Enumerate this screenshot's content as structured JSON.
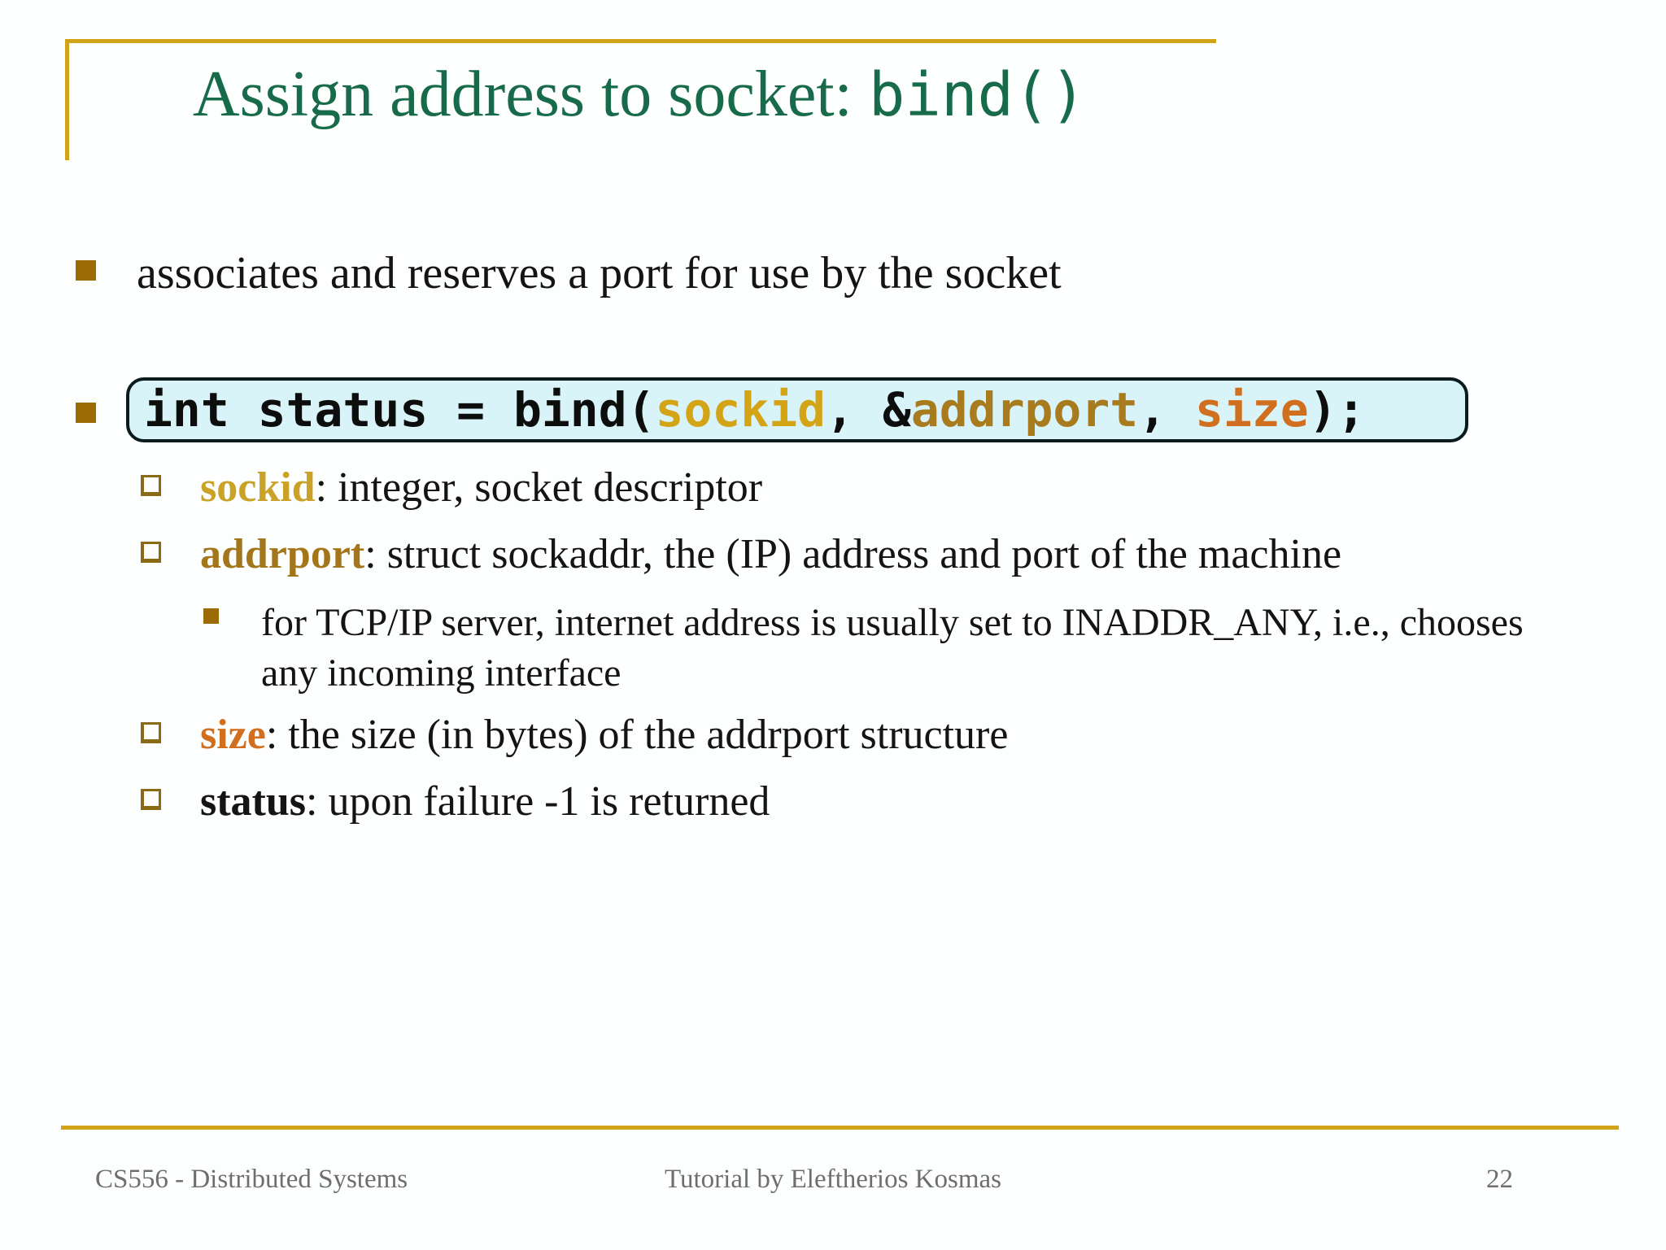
{
  "title": {
    "main": "Assign address to socket: ",
    "code": "bind()"
  },
  "bullets": {
    "intro": "associates and reserves a port for use by the socket"
  },
  "code": {
    "tokens": [
      {
        "text": "int status = bind(",
        "role": "plain"
      },
      {
        "text": "sockid",
        "role": "argument-1"
      },
      {
        "text": ", &",
        "role": "plain"
      },
      {
        "text": "addrport",
        "role": "argument-2"
      },
      {
        "text": ", ",
        "role": "plain"
      },
      {
        "text": "size",
        "role": "argument-3"
      },
      {
        "text": ");",
        "role": "plain"
      }
    ]
  },
  "params": {
    "sockid": {
      "label": "sockid",
      "desc": ": integer, socket descriptor"
    },
    "addrport": {
      "label": "addrport",
      "desc": ": struct sockaddr, the (IP) address and port of the machine"
    },
    "inaddr_note": "for TCP/IP server, internet address is usually set to INADDR_ANY, i.e., chooses any incoming interface",
    "size": {
      "label": "size",
      "desc": ": the size (in bytes) of the addrport structure"
    },
    "status": {
      "label": "status",
      "desc": ": upon failure -1 is returned"
    }
  },
  "footer": {
    "left": "CS556 - Distributed Systems",
    "center": "Tutorial by Eleftherios Kosmas",
    "page": "22"
  },
  "colors": {
    "title_green": "#176b4a",
    "accent_gold": "#d2a318",
    "bullet_square": "#9c6b05",
    "code_box_bg": "#d9f4f8",
    "code_sockid": "#d4a417",
    "code_addrport": "#a87b1e",
    "code_size": "#cf6f1f",
    "footer_gray": "#6e6e6e"
  }
}
